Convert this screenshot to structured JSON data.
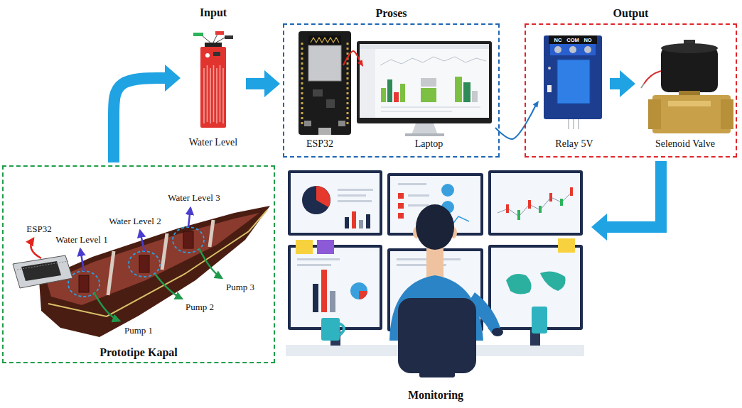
{
  "diagram": {
    "nodes": [
      {
        "text": [
          "Input",
          "Water Level"
        ]
      },
      {
        "text": [
          "Proses"
        ]
      },
      {
        "text": [
          "ESP32"
        ],
        "in": 1
      },
      {
        "text": [
          "Laptop"
        ],
        "in": 1
      },
      {
        "text": [
          "Output"
        ]
      },
      {
        "text": [
          "Relay 5V"
        ],
        "in": 4
      },
      {
        "text": [
          "Selenoid Valve"
        ],
        "in": 4
      },
      {
        "text": [
          "Prototipe Kapal"
        ]
      },
      {
        "text": [
          "Monitoring"
        ]
      }
    ],
    "edges": [
      {
        "from": 7,
        "to": 0,
        "arrow": "to"
      },
      {
        "from": 0,
        "to": 1,
        "arrow": "to"
      },
      {
        "from": 2,
        "to": 3,
        "arrow": "to"
      },
      {
        "from": 3,
        "to": 5,
        "arrow": "to"
      },
      {
        "from": 5,
        "to": 6,
        "arrow": "to"
      },
      {
        "from": 4,
        "to": 8,
        "arrow": "to"
      }
    ],
    "labels": [
      "ESP32",
      "Water Level 1",
      "Water Level 2",
      "Water Level 3",
      "Pump 1",
      "Pump 2",
      "Pump 3",
      "NC",
      "COM",
      "NO"
    ]
  }
}
